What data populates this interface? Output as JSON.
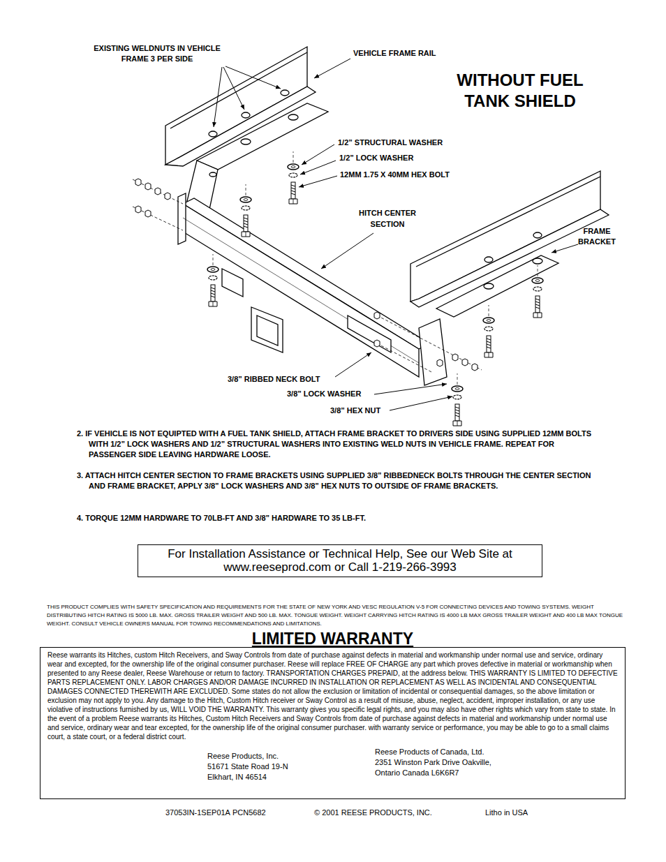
{
  "diagram": {
    "title": "WITHOUT FUEL TANK SHIELD",
    "nodes": [
      {
        "text": [
          "For Installation Assistance or Technical Help, See our Web Site at www.reeseprod.com or Call 1-219-266-3993"
        ]
      },
      {
        "text": [
          "LIMITED WARRANTY",
          "Reese warrants its Hitches, custom Hitch Receivers, and Sway Controls from date of purchase against defects in material and workmanship under normal use and service, ordinary wear and excepted, for the ownership life of the original consumer purchaser.  Reese will replace FREE OF CHARGE any part which proves defective in material or workmanship when presented to any Reese dealer, Reese Warehouse or return to factory.  TRANSPORTATION CHARGES PREPAID,  at the address below.  THIS WARRANTY IS LIMITED TO DEFECTIVE PARTS REPLACEMENT ONLY.  LABOR CHARGES AND/OR DAMAGE INCURRED IN INSTALLATION OR REPLACEMENT AS WELL AS INCIDENTAL AND CONSEQUENTIAL DAMAGES CONNECTED THEREWITH ARE EXCLUDED.  Some states do not allow the exclusion or limitation of incidental or consequential damages, so the above limitation or exclusion may not apply to you.  Any damage to the Hitch, Custom Hitch receiver or Sway Control as a result of misuse, abuse, neglect, accident, improper installation, or any use violative of instructions furnished by us, WILL VOID THE WARRANTY.  This warranty gives you specific legal rights, and you may also have other rights which vary from state to state.  In the event of a problem Reese warrants its Hitches, Custom Hitch Receivers and Sway Controls from date of purchase against defects in material and workmanship under normal use and service, ordinary wear and tear excepted, for the ownership life of  the original consumer purchaser. with warranty service or performance, you may be able to go to a small claims court, a state court, or a federal district court.",
          "Reese Products, Inc. 51671 State Road 19-N Elkhart, IN  46514",
          "Reese Products of Canada, Ltd. 2351 Winston Park Drive Oakville, Ontario Canada L6K6R7"
        ]
      }
    ],
    "labels": [
      "EXISTING WELDNUTS IN VEHICLE FRAME 3 PER SIDE",
      "VEHICLE FRAME RAIL",
      "1/2” STRUCTURAL WASHER",
      "1/2” LOCK WASHER",
      "12MM 1.75 X 40MM HEX BOLT",
      "HITCH CENTER SECTION",
      "FRAME BRACKET",
      "3/8” RIBBED NECK BOLT",
      "3/8” LOCK WASHER",
      "3/8” HEX NUT",
      "2. IF VEHICLE IS NOT EQUIPTED WITH A FUEL TANK SHIELD, ATTACH FRAME BRACKET TO DRIVERS SIDE USING SUPPLIED 12MM BOLTS WITH 1/2” LOCK WASHERS AND 1/2” STRUCTURAL WASHERS INTO EXISTING WELD NUTS IN VEHICLE FRAME.  REPEAT FOR PASSENGER SIDE LEAVING HARDWARE LOOSE.",
      "3. ATTACH HITCH CENTER SECTION TO FRAME BRACKETS USING SUPPLIED 3/8” RIBBEDNECK BOLTS THROUGH THE CENTER SECTION AND FRAME BRACKET, APPLY 3/8” LOCK WASHERS AND 3/8” HEX NUTS TO OUTSIDE OF FRAME BRACKETS.",
      "4. TORQUE 12MM HARDWARE TO 70LB-FT AND 3/8” HARDWARE TO 35 LB-FT.",
      "THIS PRODUCT COMPLIES WITH SAFETY SPECIFICATION AND REQUIREMENTS FOR THE STATE OF NEW YORK AND VESC REGULATION V-5 FOR CONNECTING DEVICES AND TOWING SYSTEMS.  WEIGHT DISTRIBUTING HITCH RATING IS 5000 LB. MAX. GROSS TRAILER WEIGHT AND 500 LB. MAX. TONGUE WEIGHT.  WEIGHT CARRYING HITCH RATING IS 4000 LB MAX GROSS TRAILER WEIGHT AND 400 LB MAX TONGUE WEIGHT.  CONSULT VEHICLE OWNERS MANUAL FOR TOWING RECOMMENDATIONS AND LIMITATIONS.",
      "37053IN-1SEP01A",
      "PCN5682",
      "© 2001 REESE PRODUCTS, INC.",
      "Litho in USA"
    ]
  }
}
